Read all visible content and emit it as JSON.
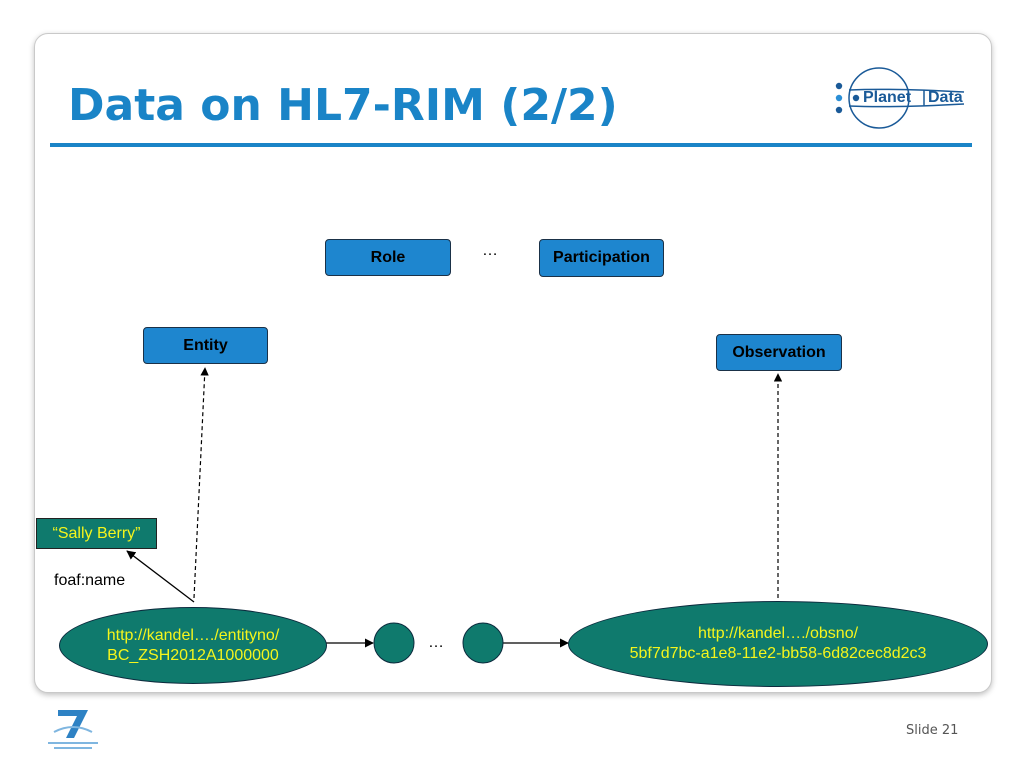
{
  "title": "Data on HL7-RIM (2/2)",
  "logo": {
    "word1": "Planet",
    "word2": "Data"
  },
  "boxes": {
    "role": "Role",
    "ellipsis_top": "…",
    "participation": "Participation",
    "entity": "Entity",
    "observation": "Observation"
  },
  "literal": "“Sally Berry”",
  "edge_label": "foaf:name",
  "entity_uri": {
    "line1": "http://kandel…./entityno/",
    "line2": "BC_ZSH2012A1000000"
  },
  "observation_uri": {
    "line1": "http://kandel…./obsno/",
    "line2": "5bf7d7bc-a1e8-11e2-bb58-6d82cec8d2c3"
  },
  "ellipsis_bottom": "…",
  "footer": {
    "slide_label": "Slide 21"
  },
  "colors": {
    "title_blue": "#1a84c7",
    "box_fill": "#1e86cf",
    "node_fill": "#0f7a6d",
    "node_text": "#f5f51c"
  }
}
